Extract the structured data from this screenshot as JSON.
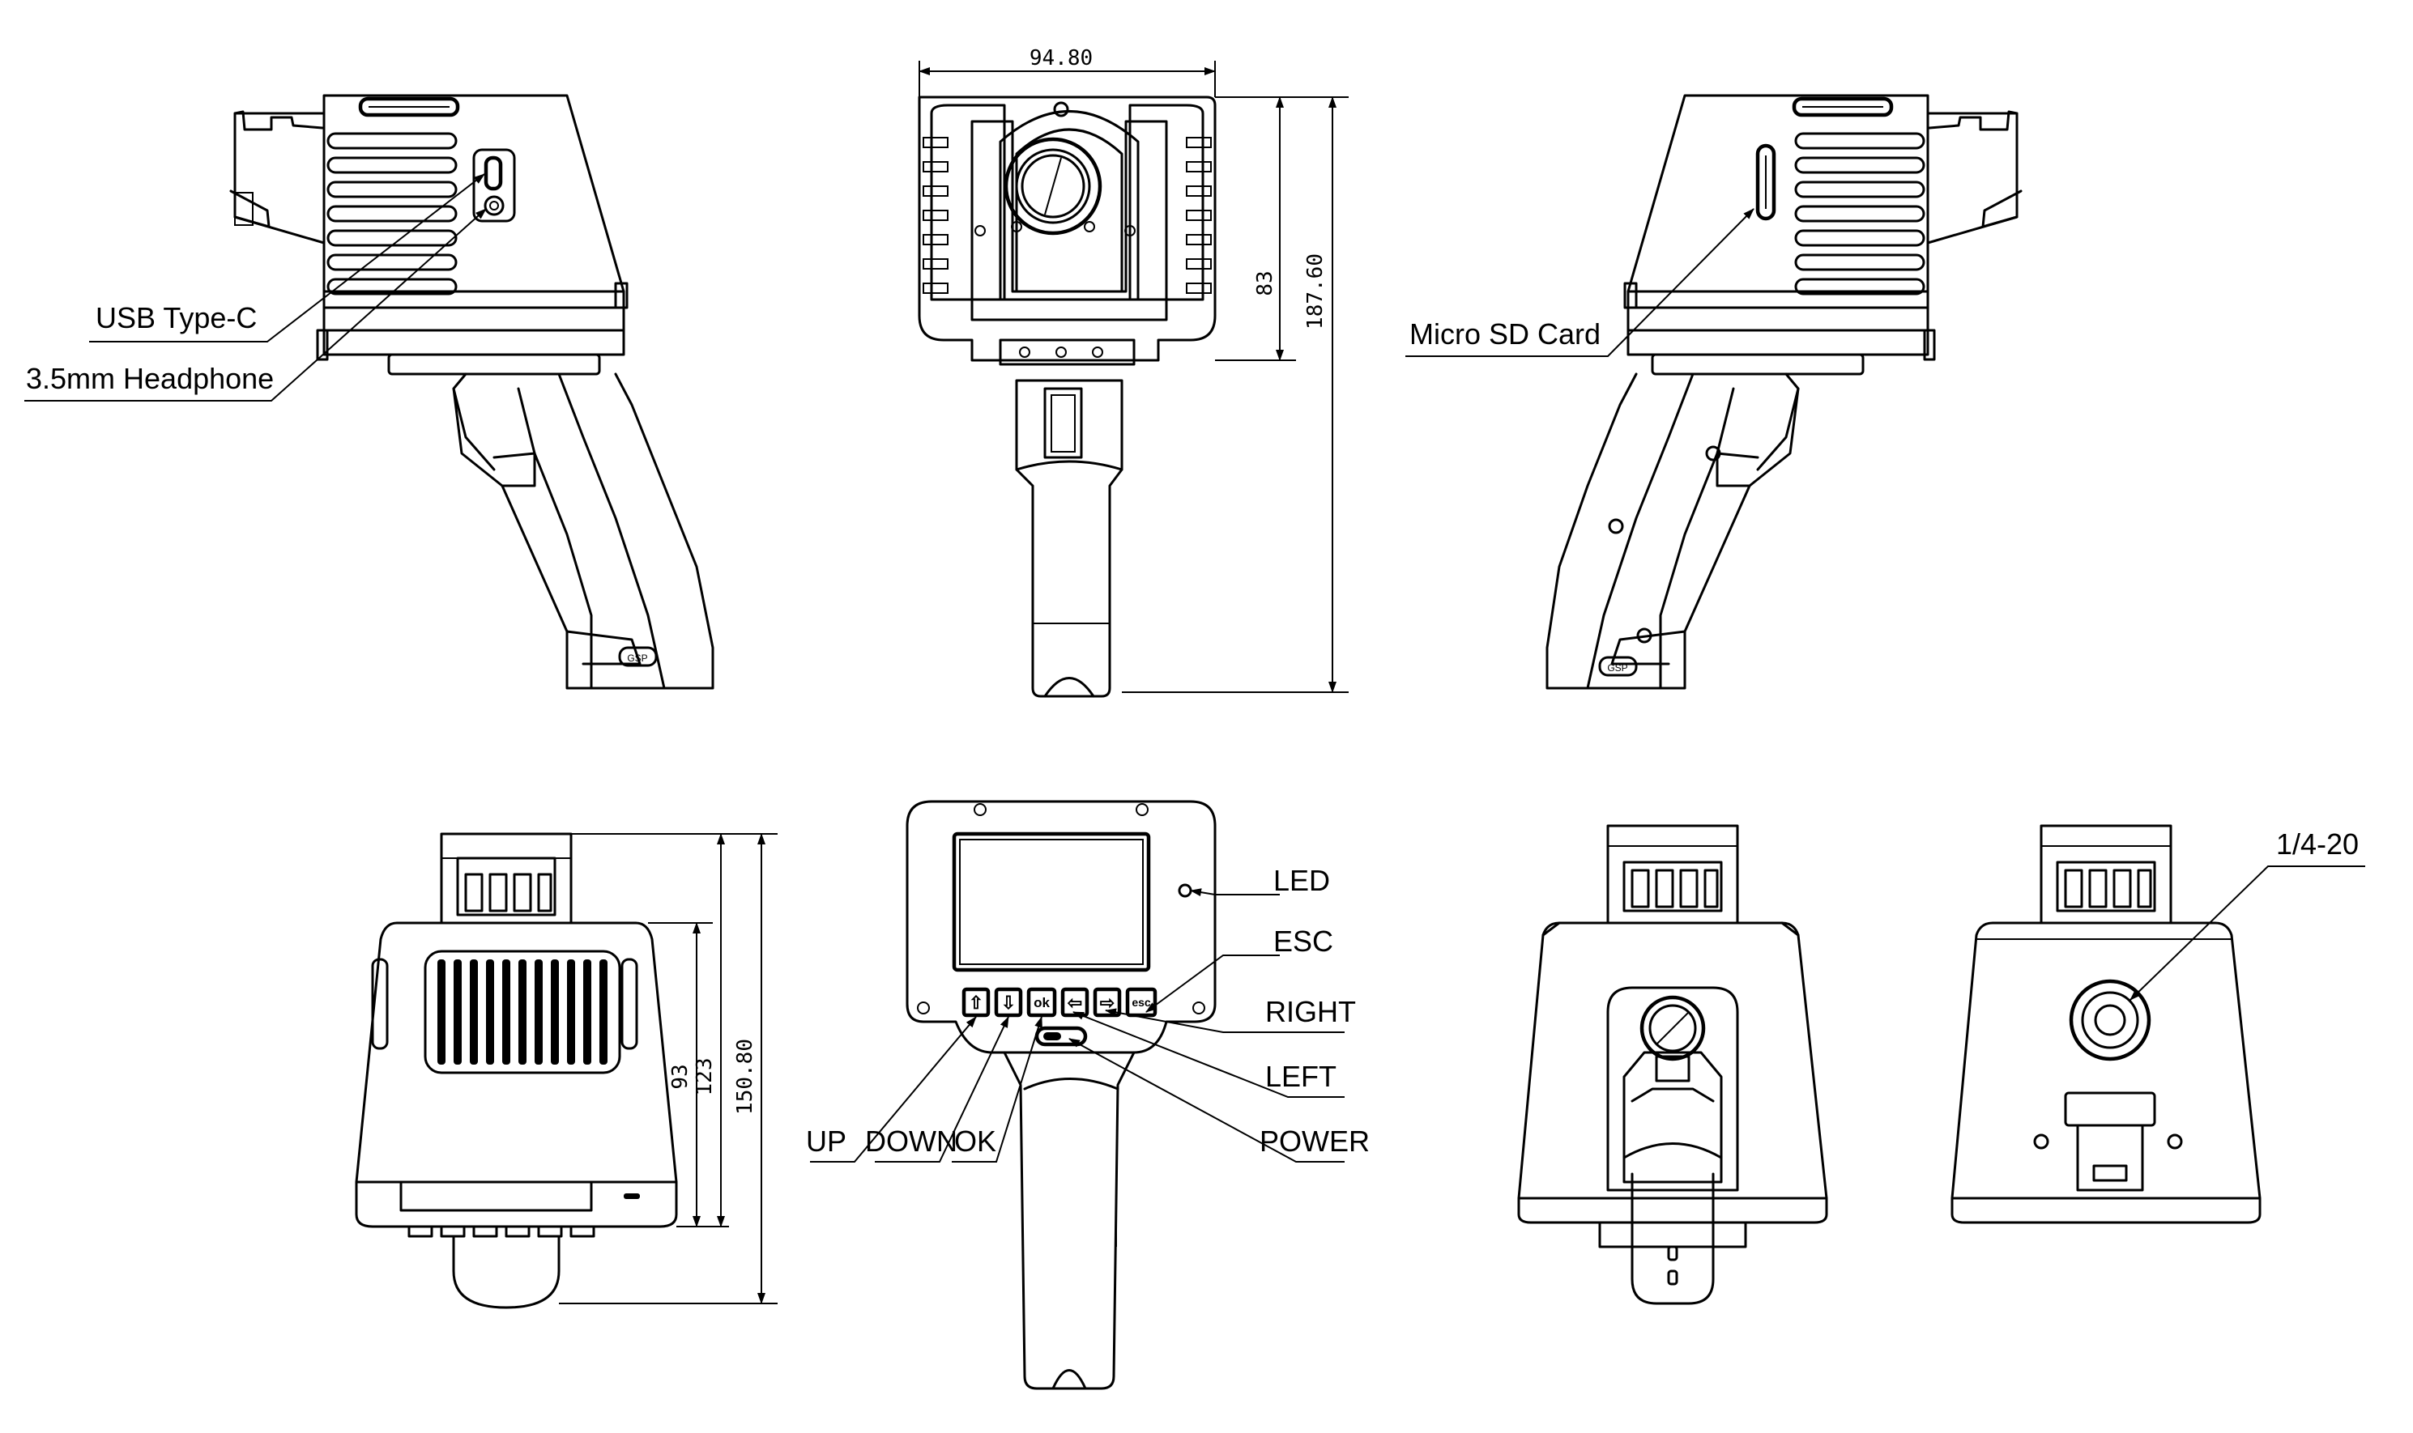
{
  "title": "",
  "dimensions": {
    "front_width": "94.80",
    "front_body_height": "83",
    "front_total_height": "187.60",
    "bottom_h1": "93",
    "bottom_h2": "123",
    "bottom_h3": "150.80"
  },
  "callouts": {
    "usb": "USB Type-C",
    "headphone": "3.5mm Headphone",
    "microsd": "Micro SD Card",
    "led": "LED",
    "esc": "ESC",
    "right": "RIGHT",
    "left": "LEFT",
    "power": "POWER",
    "up": "UP",
    "down": "DOWN",
    "ok": "OK",
    "tripod": "1/4-20"
  },
  "button_glyphs": {
    "up": "⇧",
    "down": "⇩",
    "ok": "ok",
    "left": "⇦",
    "right": "⇨",
    "esc": "esc"
  },
  "logo_text": "GSP"
}
